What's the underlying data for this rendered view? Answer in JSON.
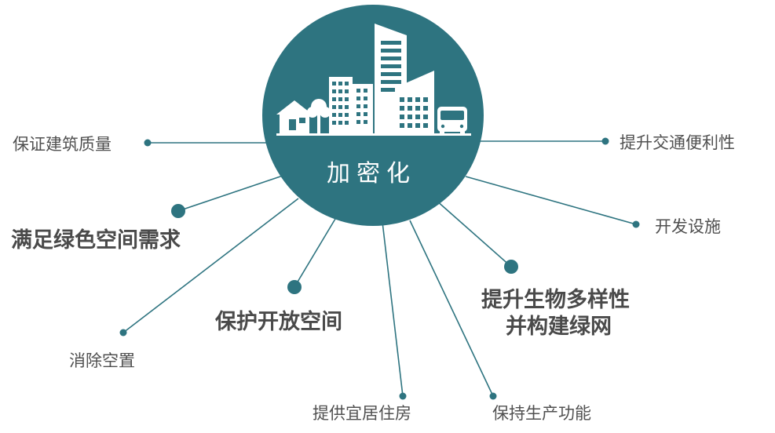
{
  "center": {
    "title": "加密化"
  },
  "colors": {
    "teal": "#2e7480",
    "text": "#505050",
    "white": "#ffffff"
  },
  "icons": [
    "house-icon",
    "tree-icon",
    "building-icon",
    "skyscraper-icon",
    "bus-icon"
  ],
  "branches": [
    {
      "id": "quality",
      "label": "保证建筑质量",
      "size": "small"
    },
    {
      "id": "transport",
      "label": "提升交通便利性",
      "size": "small"
    },
    {
      "id": "facilities",
      "label": "开发设施",
      "size": "small"
    },
    {
      "id": "green",
      "label": "满足绿色空间需求",
      "size": "large"
    },
    {
      "id": "vacancy",
      "label": "消除空置",
      "size": "small"
    },
    {
      "id": "open",
      "label": "保护开放空间",
      "size": "large"
    },
    {
      "id": "housing",
      "label": "提供宜居住房",
      "size": "small"
    },
    {
      "id": "production",
      "label": "保持生产功能",
      "size": "small"
    },
    {
      "id": "biodiversity",
      "label_line1": "提升生物多样性",
      "label_line2": "并构建绿网",
      "size": "large"
    }
  ]
}
